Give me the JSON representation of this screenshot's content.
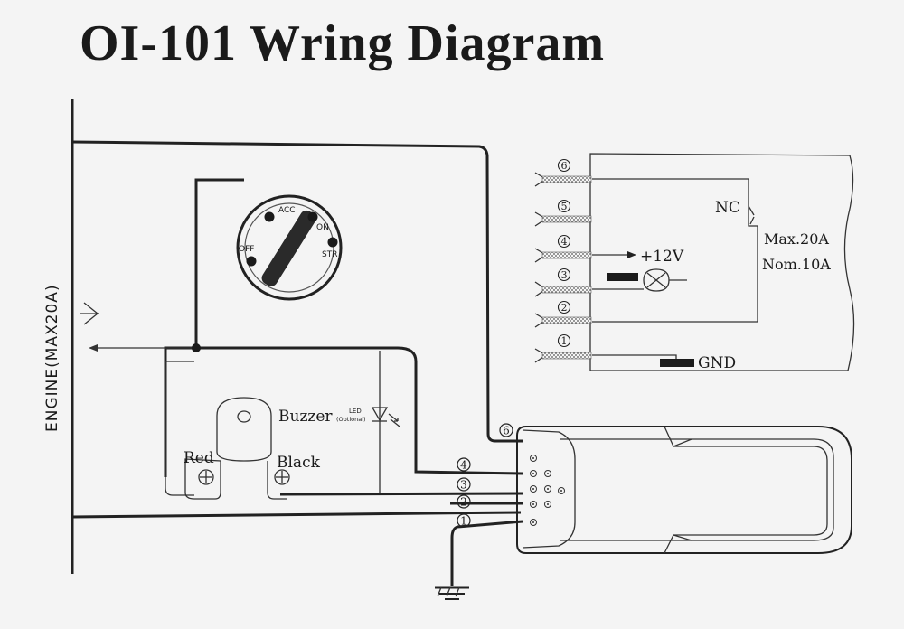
{
  "title": "OI-101 Wring Diagram",
  "engine_label": "ENGINE(MAX20A)",
  "ignition": {
    "off": "OFF",
    "acc": "ACC",
    "on": "ON",
    "str": "STR"
  },
  "buzzer_label": "Buzzer",
  "led_label": "LED",
  "led_sub": "(Optional)",
  "red_label": "Red",
  "black_label": "Black",
  "relay": {
    "nc": "NC",
    "max": "Max.20A",
    "nom": "Nom.10A",
    "v12": "+12V",
    "gnd": "GND",
    "pins": [
      "6",
      "5",
      "4",
      "3",
      "2",
      "1"
    ]
  },
  "connector_pins": [
    "6",
    "4",
    "3",
    "2",
    "1"
  ]
}
